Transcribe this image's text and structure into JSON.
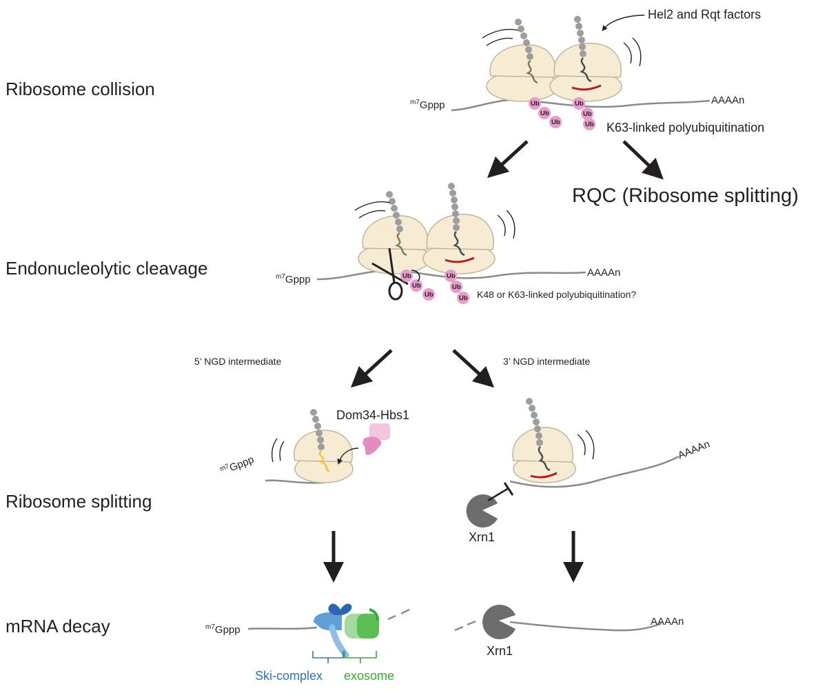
{
  "stages": {
    "collision": "Ribosome collision",
    "cleavage": "Endonucleolytic cleavage",
    "splitting": "Ribosome splitting",
    "decay": "mRNA decay"
  },
  "labels": {
    "hel2": "Hel2 and Rqt factors",
    "cap_top": "Gppp",
    "cap_mid": "Gppp",
    "cap_left": "Gppp",
    "cap_decay": "Gppp",
    "m7": "m7",
    "polyA_top": "AAAAn",
    "polyA_mid": "AAAAn",
    "polyA_right": "AAAAn",
    "polyA_decay": "AAAAn",
    "k63": "K63-linked polyubiquitination",
    "k48": "K48 or K63-linked polyubiquitination?",
    "rqc": "RQC (Ribosome splitting)",
    "ngd5": "5’ NGD intermediate",
    "ngd3": "3’ NGD intermediate",
    "dom34": "Dom34-Hbs1",
    "xrn1_a": "Xrn1",
    "xrn1_b": "Xrn1",
    "ski": "Ski-complex",
    "exosome": "exosome",
    "ub": "Ub"
  },
  "colors": {
    "ribosome_fill": "#f6ecd3",
    "ribosome_stroke": "#bfb4a0",
    "mrna": "#8a8a8a",
    "ub_pink": "#e79cc9",
    "stall_red": "#b01e23",
    "nascent_gray": "#9d9d9d",
    "ski_blue": "#5ea0d6",
    "exosome_green": "#5cbf56",
    "xrn1_gray": "#6d6d6d",
    "dom34_pink": "#e48cc0",
    "arrow": "#231f20"
  }
}
